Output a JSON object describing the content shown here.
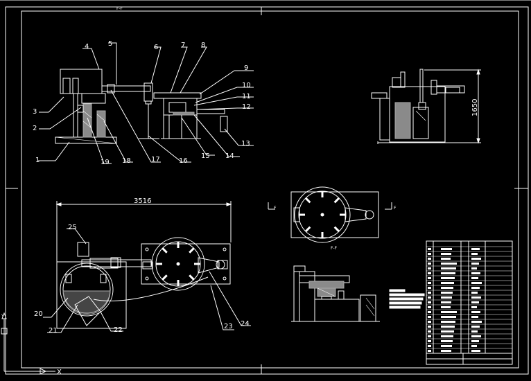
{
  "sheet_mark": "F-F",
  "section_mark_bottom": "F-F",
  "section_letters": [
    "F",
    "F"
  ],
  "dimensions": {
    "width_top_view": "3516",
    "height_side_view": "1650"
  },
  "part_labels_front": [
    "1",
    "2",
    "3",
    "4",
    "5",
    "6",
    "7",
    "8",
    "9",
    "10",
    "11",
    "12",
    "13",
    "14",
    "15",
    "16",
    "17",
    "18",
    "19"
  ],
  "part_labels_top": [
    "20",
    "21",
    "22",
    "23",
    "24",
    "25"
  ],
  "ucs_axes": {
    "x": "X",
    "y": "Y"
  },
  "colors": {
    "background": "#000000",
    "lines": "#ffffff",
    "fill_gray": "#8a8a8a"
  }
}
